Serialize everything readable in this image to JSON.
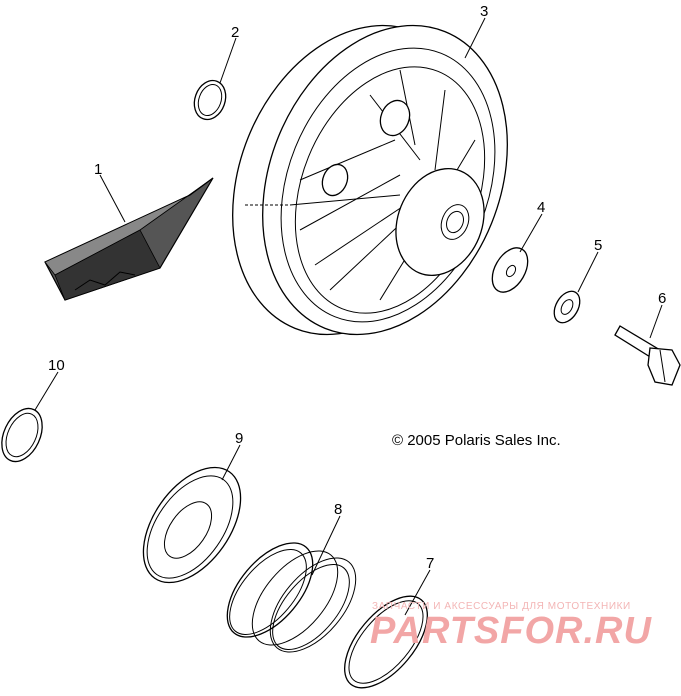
{
  "copyright": "© 2005 Polaris Sales Inc.",
  "watermark": {
    "subtitle": "ЗАПЧАСТИ И АКСЕССУАРЫ ДЛЯ МОТОТЕХНИКИ",
    "brand": "PARTSFOR.RU"
  },
  "callouts": [
    "1",
    "2",
    "3",
    "4",
    "5",
    "6",
    "7",
    "8",
    "9",
    "10"
  ]
}
